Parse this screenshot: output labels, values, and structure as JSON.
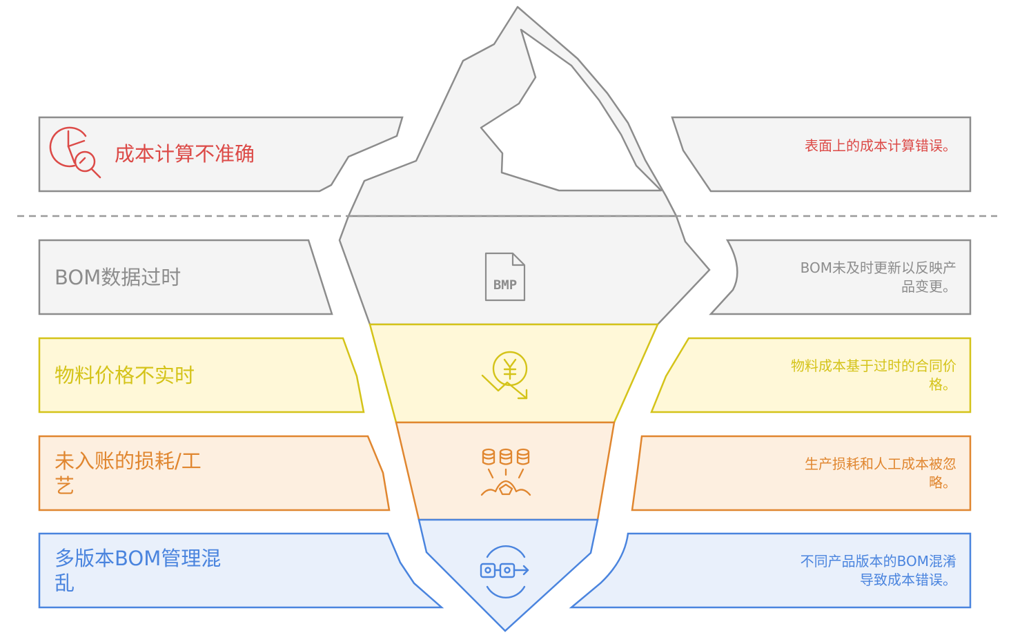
{
  "colors": {
    "red": "#dc4a47",
    "gray": "#8c8c8c",
    "yellow": "#d4c319",
    "orange": "#e0862f",
    "blue": "#4a84de"
  },
  "layers": [
    {
      "key": "cost",
      "title": "成本计算不准确",
      "description": "表面上的成本计算错误。",
      "icon": "pie-chart-magnifier-icon",
      "color": "#dc4a47"
    },
    {
      "key": "bom_outdated",
      "title": "BOM数据过时",
      "description": "BOM未及时更新以反映产品变更。",
      "icon": "bmp-file-icon",
      "color": "#8c8c8c"
    },
    {
      "key": "price",
      "title": "物料价格不实时",
      "description": "物料成本基于过时的合同价格。",
      "icon": "yen-down-trend-icon",
      "color": "#d4c319"
    },
    {
      "key": "waste",
      "title": "未入账的损耗/工艺",
      "description": "生产损耗和人工成本被忽略。",
      "icon": "coins-loss-icon",
      "color": "#e0862f"
    },
    {
      "key": "versions",
      "title": "多版本BOM管理混乱",
      "description": "不同产品版本的BOM混淆导致成本错误。",
      "icon": "version-switch-icon",
      "color": "#4a84de"
    }
  ]
}
